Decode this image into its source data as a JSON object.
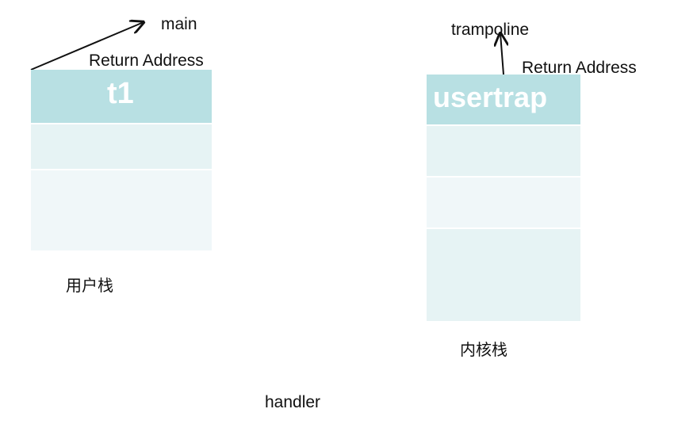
{
  "user_stack": {
    "frame_label": "t1",
    "return_address_label": "Return Address",
    "return_target": "main",
    "caption": "用户栈",
    "colors": {
      "header": "#b8e0e3",
      "cell": "#e6f3f4",
      "cell_light": "#f0f7f9"
    }
  },
  "kernel_stack": {
    "frame_label": "usertrap",
    "return_address_label": "Return Address",
    "return_target": "trampoline",
    "caption": "内核栈",
    "colors": {
      "header": "#b8e0e3",
      "cell": "#e6f3f4",
      "cell_light": "#f0f7f9"
    }
  },
  "bottom_label": "handler"
}
